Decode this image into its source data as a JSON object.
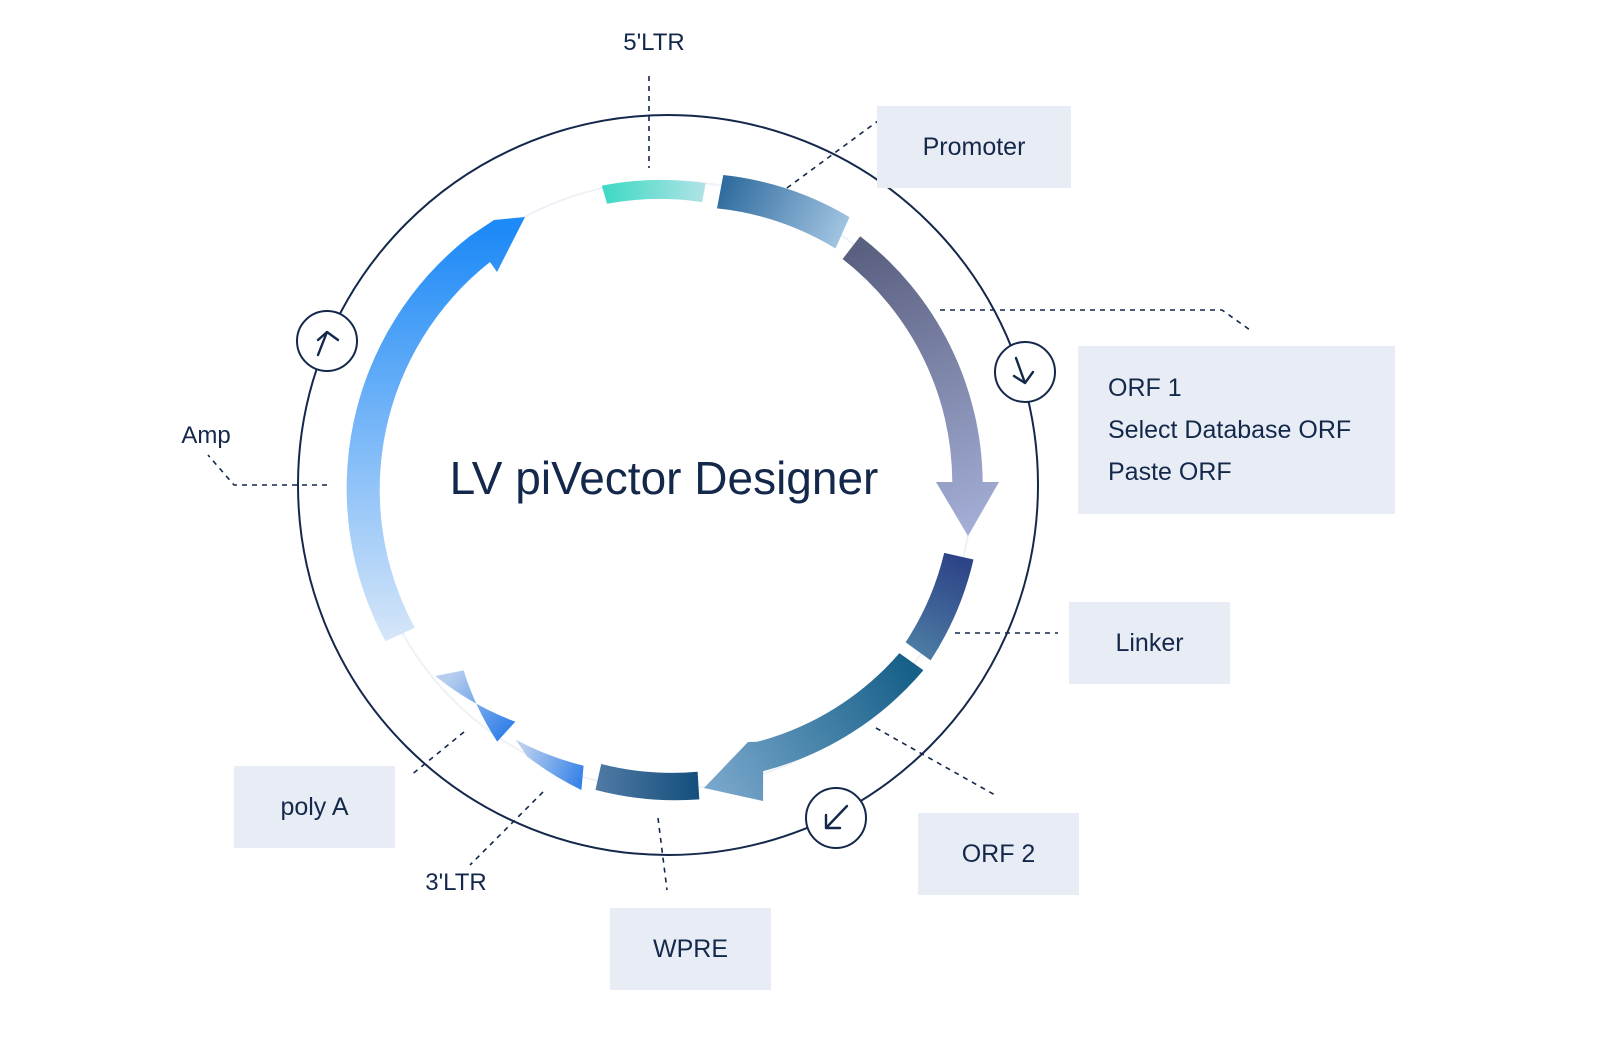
{
  "title": "LV piVector Designer",
  "colors": {
    "ink": "#14284b",
    "box_bg": "#e8edf5",
    "ltr5_from": "#3fd9c4",
    "ltr5_to": "#b0e3e6",
    "promoter_from": "#2f6b9e",
    "promoter_to": "#a4c6e3",
    "orf1_from": "#5a6080",
    "orf1_to": "#a4aed6",
    "linker_from": "#2d4488",
    "linker_to": "#4d7ea4",
    "orf2_from": "#155f88",
    "orf2_to": "#79a7cb",
    "wpre_from": "#4e78a4",
    "wpre_to": "#154f7c",
    "ltr3_from": "#2b7ce8",
    "ltr3_to": "#b6cdee",
    "polya_from": "#2b7ce8",
    "polya_to": "#b6cdee",
    "amp_from": "#1e8af7",
    "amp_to": "#d6e6f8"
  },
  "labels": {
    "ltr5": "5'LTR",
    "amp": "Amp",
    "ltr3": "3'LTR"
  },
  "boxes": {
    "promoter": "Promoter",
    "orf1": [
      "ORF 1",
      "Select Database ORF",
      "Paste ORF"
    ],
    "linker": "Linker",
    "orf2": "ORF 2",
    "wpre": "WPRE",
    "polya": "poly A"
  },
  "icons": {
    "orf1_direction": "arrow-down-icon",
    "orf2_direction": "arrow-down-left-icon",
    "amp_direction": "arrow-up-icon"
  }
}
